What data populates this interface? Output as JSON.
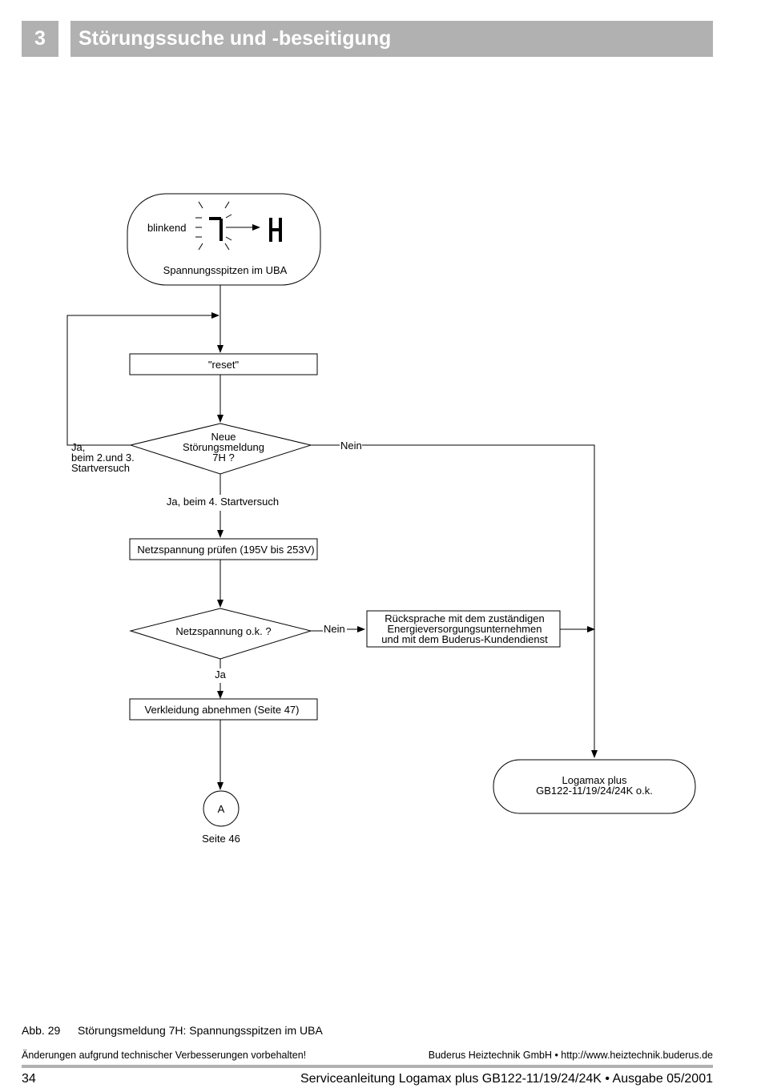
{
  "header": {
    "chapter_number": "3",
    "chapter_title": "Störungssuche und -beseitigung"
  },
  "flowchart": {
    "start": {
      "label_blink": "blinkend",
      "display_code_1": "7",
      "display_code_2": "H",
      "label_bottom": "Spannungsspitzen im UBA"
    },
    "reset_box": "\"reset\"",
    "decision_1": {
      "line1": "Neue",
      "line2": "Störungsmeldung",
      "line3": "7H ?",
      "left_label_1": "Ja,",
      "left_label_2": "beim 2.und 3.",
      "left_label_3": "Startversuch",
      "right_label": "Nein",
      "bottom_label": "Ja, beim 4. Startversuch"
    },
    "check_voltage_box": "Netzspannung prüfen (195V bis 253V)",
    "decision_2": {
      "text": "Netzspannung o.k. ?",
      "right_label": "Nein",
      "bottom_label": "Ja"
    },
    "contact_box": {
      "line1": "Rücksprache mit dem zuständigen",
      "line2": "Energieversorgungsunternehmen",
      "line3": "und mit dem Buderus-Kundendienst"
    },
    "remove_cover_box": "Verkleidung abnehmen (Seite 47)",
    "connector": {
      "letter": "A",
      "page_ref": "Seite 46"
    },
    "end_terminal": {
      "line1": "Logamax plus",
      "line2": "GB122-11/19/24/24K  o.k."
    }
  },
  "caption": {
    "number": "Abb. 29",
    "text": "Störungsmeldung 7H: Spannungsspitzen im UBA"
  },
  "footer": {
    "notice": "Änderungen aufgrund technischer Verbesserungen vorbehalten!",
    "company": "Buderus Heiztechnik GmbH • http://www.heiztechnik.buderus.de",
    "page_number": "34",
    "document_title": "Serviceanleitung Logamax plus GB122-11/19/24/24K • Ausgabe 05/2001"
  }
}
